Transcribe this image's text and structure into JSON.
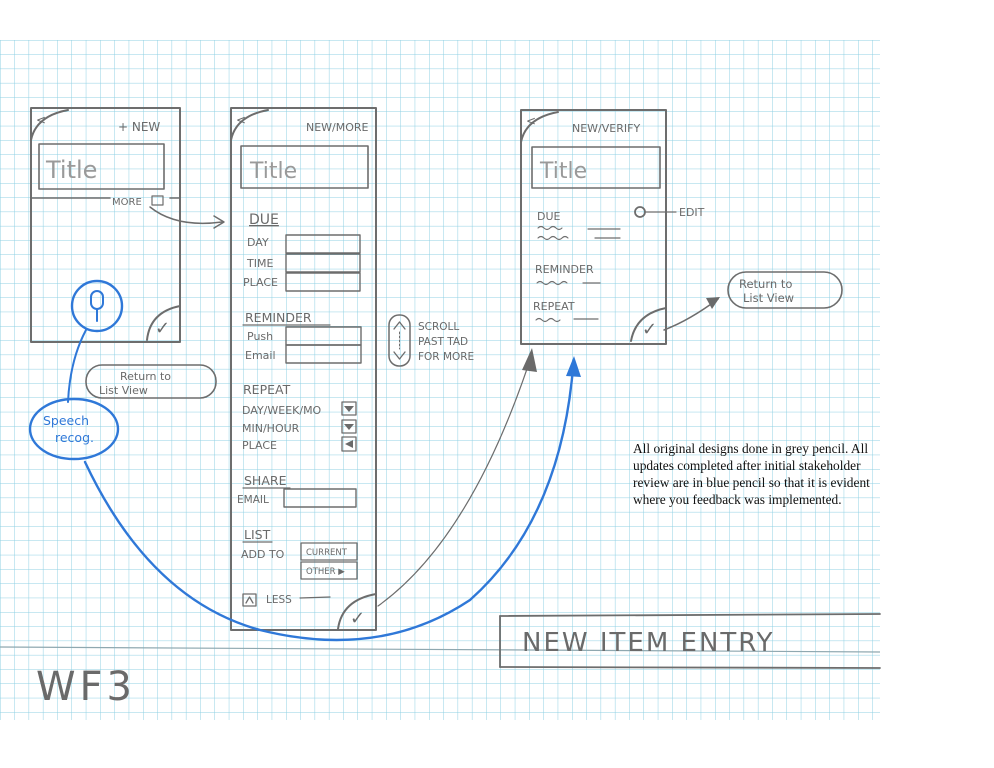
{
  "wf1": {
    "nav": "<",
    "header": "+ NEW",
    "title_placeholder": "Title",
    "more_label": "MORE",
    "done": "✓"
  },
  "wf2": {
    "nav": "<",
    "header": "NEW/MORE",
    "title_placeholder": "Title",
    "due_heading": "DUE",
    "due_fields": [
      "DAY",
      "TIME",
      "PLACE"
    ],
    "reminder_heading": "REMINDER",
    "reminder_fields": [
      "Push",
      "Email"
    ],
    "repeat_heading": "REPEAT",
    "repeat_fields": [
      "DAY/WEEK/MO",
      "MIN/HOUR",
      "PLACE"
    ],
    "share_heading": "SHARE",
    "share_field": "EMAIL",
    "list_heading": "LIST",
    "add_to": "ADD TO",
    "list_options": [
      "CURRENT",
      "OTHER ▶"
    ],
    "less_label": "LESS",
    "done": "✓"
  },
  "wf3": {
    "nav": "<",
    "header": "NEW/VERIFY",
    "title_placeholder": "Title",
    "sections": [
      "DUE",
      "REMINDER",
      "REPEAT"
    ],
    "edit_label": "EDIT",
    "done": "✓"
  },
  "annotations": {
    "return_left": [
      "Return to",
      "List View"
    ],
    "return_right": [
      "Return to",
      "List View"
    ],
    "scroll_note": [
      "SCROLL",
      "PAST TAD",
      "FOR MORE"
    ],
    "speech": [
      "Speech",
      "recog."
    ]
  },
  "note_text": "All original designs done in grey pencil. All updates completed after initial stakeholder review are in blue pencil so that it is evident where you feedback was implemented.",
  "footer_title": "NEW ITEM ENTRY",
  "sheet_label": "WF3",
  "colors": {
    "grid": "#7fcbe0",
    "pencil": "#6d6d6d",
    "blue_pencil": "#2f78d8"
  }
}
